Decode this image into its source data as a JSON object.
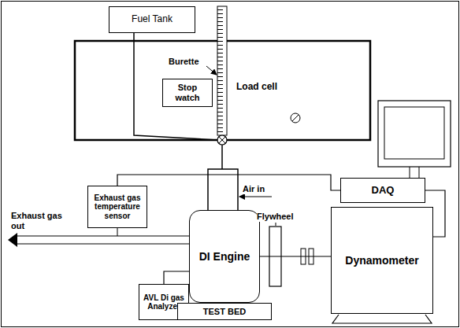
{
  "diagram": {
    "nodes": [
      {
        "text": [
          "Fuel Tank"
        ]
      },
      {
        "text": [
          "Stop watch"
        ]
      },
      {
        "text": [
          "DAQ"
        ]
      },
      {
        "text": [
          "Exhaust gas temperature sensor"
        ]
      },
      {
        "text": [
          "DI Engine"
        ]
      },
      {
        "text": [
          "AVL Di gas Analyzer"
        ]
      },
      {
        "text": [
          "TEST BED"
        ]
      },
      {
        "text": [
          "Dynamometer"
        ]
      }
    ],
    "edges": [
      {
        "from": 4,
        "to": 7,
        "arrow": "none"
      },
      {
        "from": 7,
        "to": 2,
        "arrow": "none"
      },
      {
        "from": 3,
        "to": 2,
        "arrow": "none"
      },
      {
        "from": 5,
        "to": 4,
        "arrow": "none"
      }
    ],
    "labels": [
      "Burette",
      "Load cell",
      "Air in",
      "Flywheel",
      "Exhaust gas out"
    ]
  }
}
